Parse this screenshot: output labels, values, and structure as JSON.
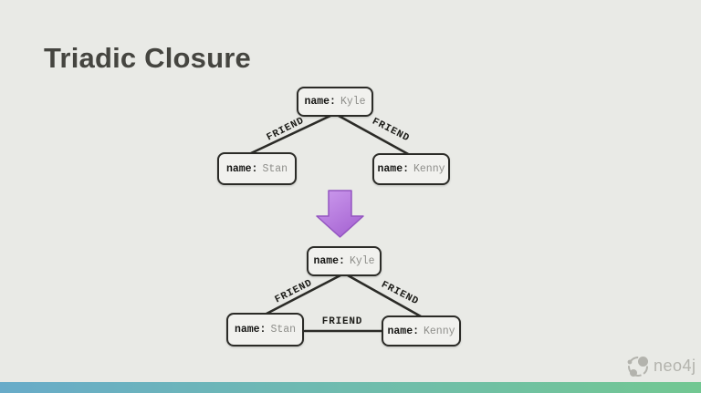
{
  "slide": {
    "title": "Triadic Closure"
  },
  "diagram": {
    "description_type": "graph-transformation",
    "graph_before": {
      "nodes": {
        "kyle": {
          "key": "name:",
          "value": "Kyle"
        },
        "stan": {
          "key": "name:",
          "value": "Stan"
        },
        "kenny": {
          "key": "name:",
          "value": "Kenny"
        }
      },
      "edges": {
        "kyle_stan": "FRIEND",
        "kyle_kenny": "FRIEND"
      }
    },
    "graph_after": {
      "nodes": {
        "kyle": {
          "key": "name:",
          "value": "Kyle"
        },
        "stan": {
          "key": "name:",
          "value": "Stan"
        },
        "kenny": {
          "key": "name:",
          "value": "Kenny"
        }
      },
      "edges": {
        "kyle_stan": "FRIEND",
        "kyle_kenny": "FRIEND",
        "stan_kenny": "FRIEND"
      }
    }
  },
  "footer": {
    "logo_text": "neo4j"
  },
  "colors": {
    "background": "#e9eae6",
    "node_fill": "#f1f1ee",
    "node_border": "#2b2b27",
    "edge_stroke": "#2b2b27",
    "title_text": "#454540",
    "value_text": "#8e8e8a",
    "arrow_fill_light": "#cd9cee",
    "arrow_fill_dark": "#a765d3",
    "arrow_stroke": "#9456c0",
    "bar_blue": "#68abc9",
    "bar_teal": "#6fbcae",
    "bar_green": "#72c792",
    "logo_gray": "#b3b3ad"
  }
}
